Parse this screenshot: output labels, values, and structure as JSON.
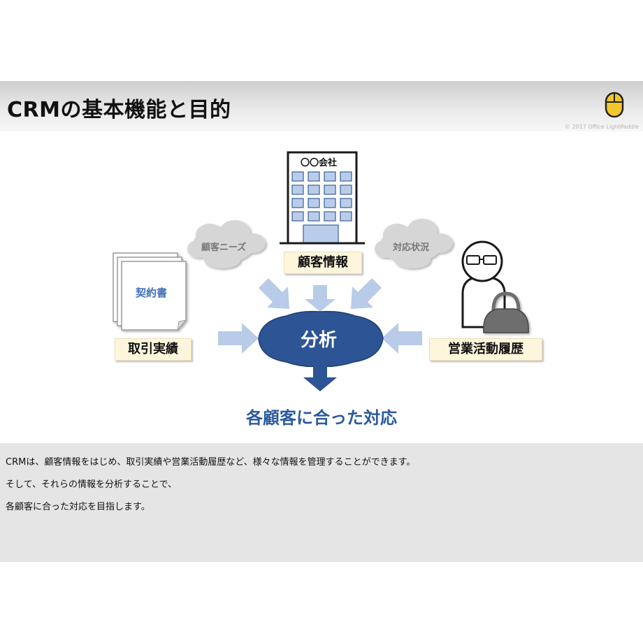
{
  "header": {
    "title": "CRMの基本機能と目的",
    "copyright": "© 2017 Office LightPaddle"
  },
  "diagram": {
    "company_sign": "〇〇会社",
    "customer_info": "顧客情報",
    "customer_needs": "顧客ニーズ",
    "response_status": "対応状況",
    "contract": "契約書",
    "transaction_record": "取引実績",
    "sales_history": "営業活動履歴",
    "analysis": "分析",
    "result": "各顧客に合った対応"
  },
  "description": {
    "line1": "CRMは、顧客情報をはじめ、取引実績や営業活動履歴など、様々な情報を管理することができます。",
    "line2": "そして、それらの情報を分析することで、",
    "line3": "各顧客に合った対応を目指します。"
  },
  "colors": {
    "arrow": "#b8cbe8",
    "analysis_blob": "#2d5494",
    "result_text": "#2b5aa0",
    "label_bg": "#fdf6dc",
    "cloud": "#d6d6d6",
    "bag": "#6e6e6e"
  },
  "icons": [
    "mouse-logo-icon",
    "building-icon",
    "cloud-icon",
    "document-stack-icon",
    "person-icon",
    "briefcase-icon",
    "arrow-icon"
  ]
}
